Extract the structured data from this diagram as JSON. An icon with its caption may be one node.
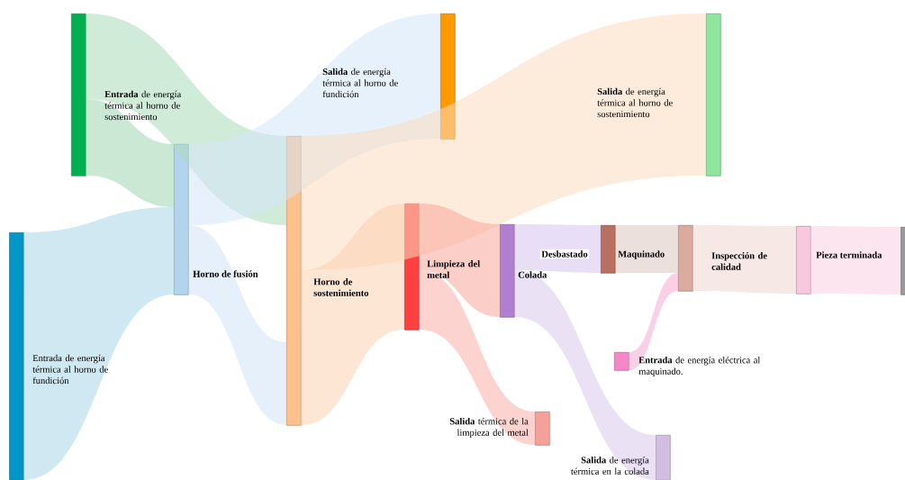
{
  "diagram": {
    "nodes": [
      {
        "text": [
          "Entrada de energía térmica al horno de fundición"
        ]
      },
      {
        "text": [
          "**Entrada** de energía térmica al horno de sostenimiento"
        ]
      },
      {
        "text": [
          "Horno de fusión"
        ]
      },
      {
        "text": [
          "Horno de sostenimiento"
        ]
      },
      {
        "text": [
          "**Salida** de energía térmica al horno de fundición"
        ]
      },
      {
        "text": [
          "**Salida** de energía térmica al horno de sostenimiento"
        ]
      },
      {
        "text": [
          "Limpieza del metal"
        ]
      },
      {
        "text": [
          "Colada"
        ]
      },
      {
        "text": [
          "Maquinado"
        ]
      },
      {
        "text": [
          "Inspección de calidad"
        ]
      },
      {
        "text": [
          "Pieza terminada"
        ]
      },
      {
        "text": [],
        "shape": "bar"
      },
      {
        "text": [
          "**Entrada** de energía eléctrica al maquinado."
        ]
      },
      {
        "text": [
          "**Salida** térmica de la limpieza del metal"
        ]
      },
      {
        "text": [
          "**Salida** de energía térmica en la colada"
        ]
      }
    ],
    "edges": [
      {
        "from": 1,
        "to": 2,
        "arrow": "none"
      },
      {
        "from": 1,
        "to": 3,
        "arrow": "none"
      },
      {
        "from": 0,
        "to": 2,
        "arrow": "none"
      },
      {
        "from": 2,
        "to": 3,
        "arrow": "none"
      },
      {
        "from": 2,
        "to": 4,
        "arrow": "none"
      },
      {
        "from": 3,
        "to": 5,
        "arrow": "none"
      },
      {
        "from": 3,
        "to": 6,
        "arrow": "none"
      },
      {
        "from": 6,
        "to": 7,
        "arrow": "none"
      },
      {
        "from": 6,
        "to": 13,
        "arrow": "none"
      },
      {
        "from": 7,
        "to": 8,
        "arrow": "none",
        "label": "Desbastado"
      },
      {
        "from": 7,
        "to": 14,
        "arrow": "none"
      },
      {
        "from": 8,
        "to": 9,
        "arrow": "none"
      },
      {
        "from": 12,
        "to": 9,
        "arrow": "none"
      },
      {
        "from": 9,
        "to": 10,
        "arrow": "none"
      },
      {
        "from": 10,
        "to": 11,
        "arrow": "none"
      }
    ]
  }
}
